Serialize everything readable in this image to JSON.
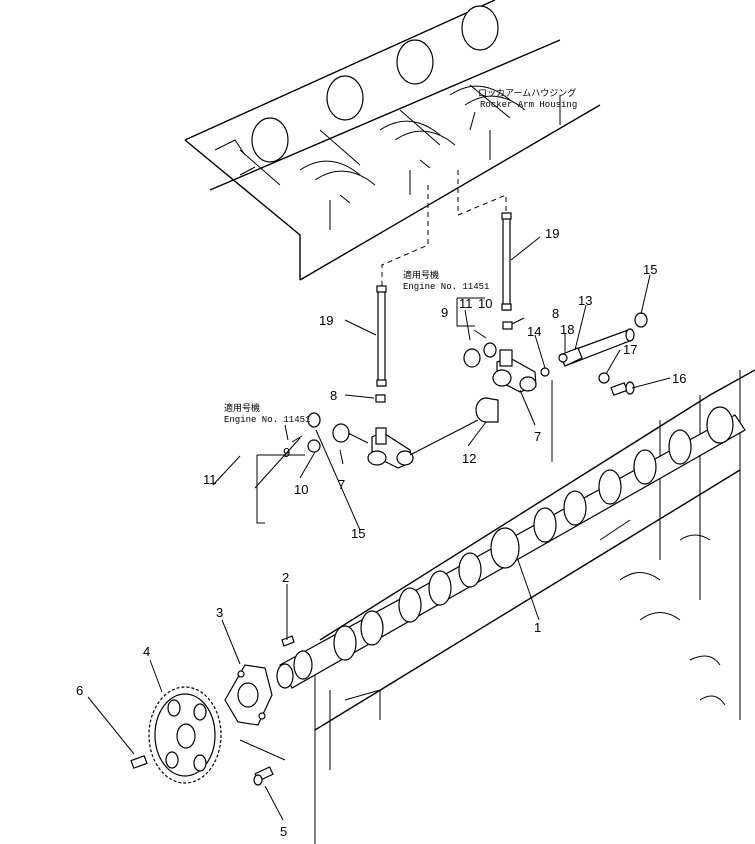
{
  "notes": {
    "housing_jp": "ロッカアームハウジング",
    "housing_en": "Rocker  Arm  Housing",
    "engine_jp_left": "適用号機",
    "engine_en_left": "Engine  No.  11451",
    "engine_jp_right": "適用号機",
    "engine_en_right": "Engine  No.  11451"
  },
  "callouts": {
    "c1": "1",
    "c2": "2",
    "c3": "3",
    "c4": "4",
    "c5": "5",
    "c6": "6",
    "c7a": "7",
    "c7b": "7",
    "c8a": "8",
    "c8b": "8",
    "c9a": "9",
    "c9b": "9",
    "c10a": "10",
    "c10b": "10",
    "c11a": "11",
    "c11b": "11",
    "c12": "12",
    "c13": "13",
    "c14": "14",
    "c15a": "15",
    "c15b": "15",
    "c16": "16",
    "c17": "17",
    "c18": "18",
    "c19a": "19",
    "c19b": "19"
  }
}
